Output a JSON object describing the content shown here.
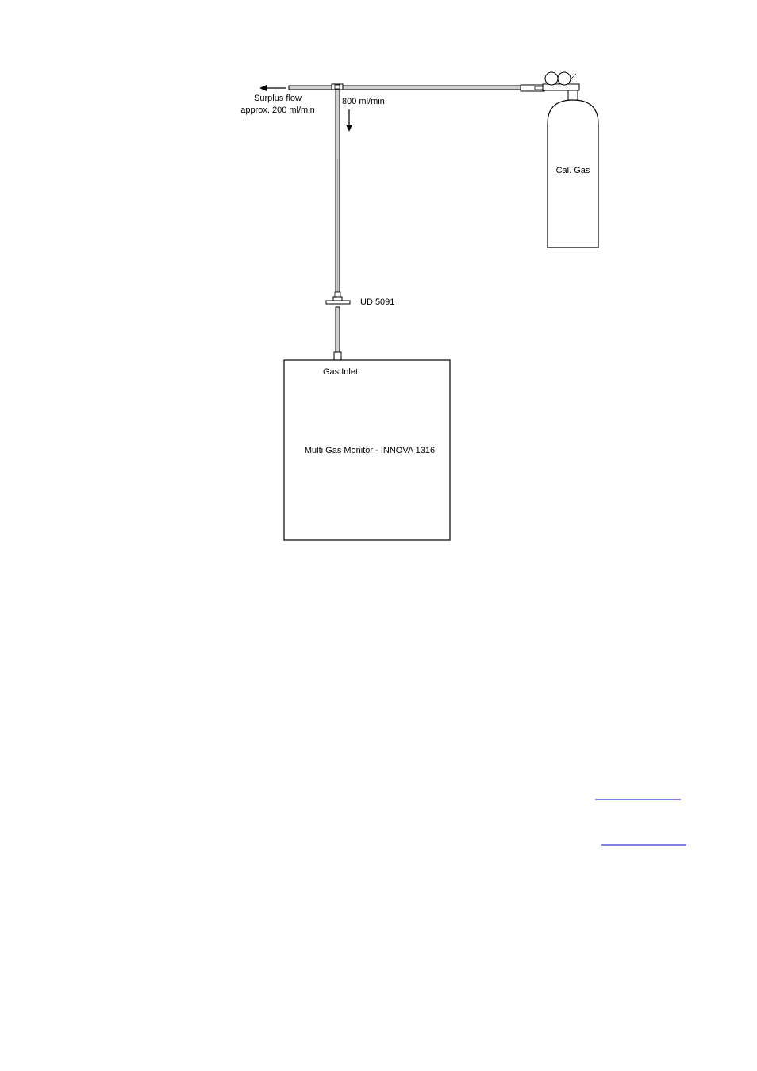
{
  "diagram": {
    "labels": {
      "surplus_line1": "Surplus flow",
      "surplus_line2": "approx. 200 ml/min",
      "flow_rate": "800 ml/min",
      "cylinder": "Cal. Gas",
      "adapter": "UD 5091",
      "gas_inlet": "Gas Inlet",
      "monitor": "Multi Gas Monitor - INNOVA 1316"
    }
  }
}
